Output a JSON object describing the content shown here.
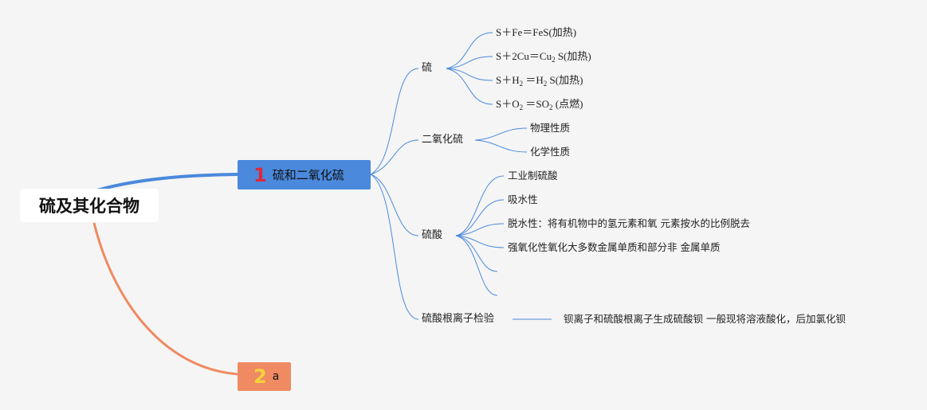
{
  "root": {
    "label": "硫及其化合物"
  },
  "topics": [
    {
      "number": "1",
      "label": "硫和二氧化硫",
      "color": "#4a89dc",
      "branches": [
        {
          "label": "硫",
          "children": [
            "S＋Fe＝FeS(加热)",
            "S＋2Cu＝Cu2 S(加热)",
            "S＋H2 ＝H2 S(加热)",
            "S＋O2 ＝SO2 (点燃)"
          ]
        },
        {
          "label": "二氧化硫",
          "children": [
            "物理性质",
            "化学性质"
          ]
        },
        {
          "label": "硫酸",
          "children": [
            "工业制硫酸",
            "吸水性",
            "脱水性：将有机物中的氢元素和氧 元素按水的比例脱去",
            "强氧化性氧化大多数金属单质和部分非 金属单质",
            "",
            ""
          ]
        },
        {
          "label": "硫酸根离子检验",
          "children": [
            "钡离子和硫酸根离子生成硫酸钡 一般现将溶液酸化，后加氯化钡"
          ]
        }
      ]
    },
    {
      "number": "2",
      "label": "a",
      "color": "#ef8a62"
    }
  ]
}
